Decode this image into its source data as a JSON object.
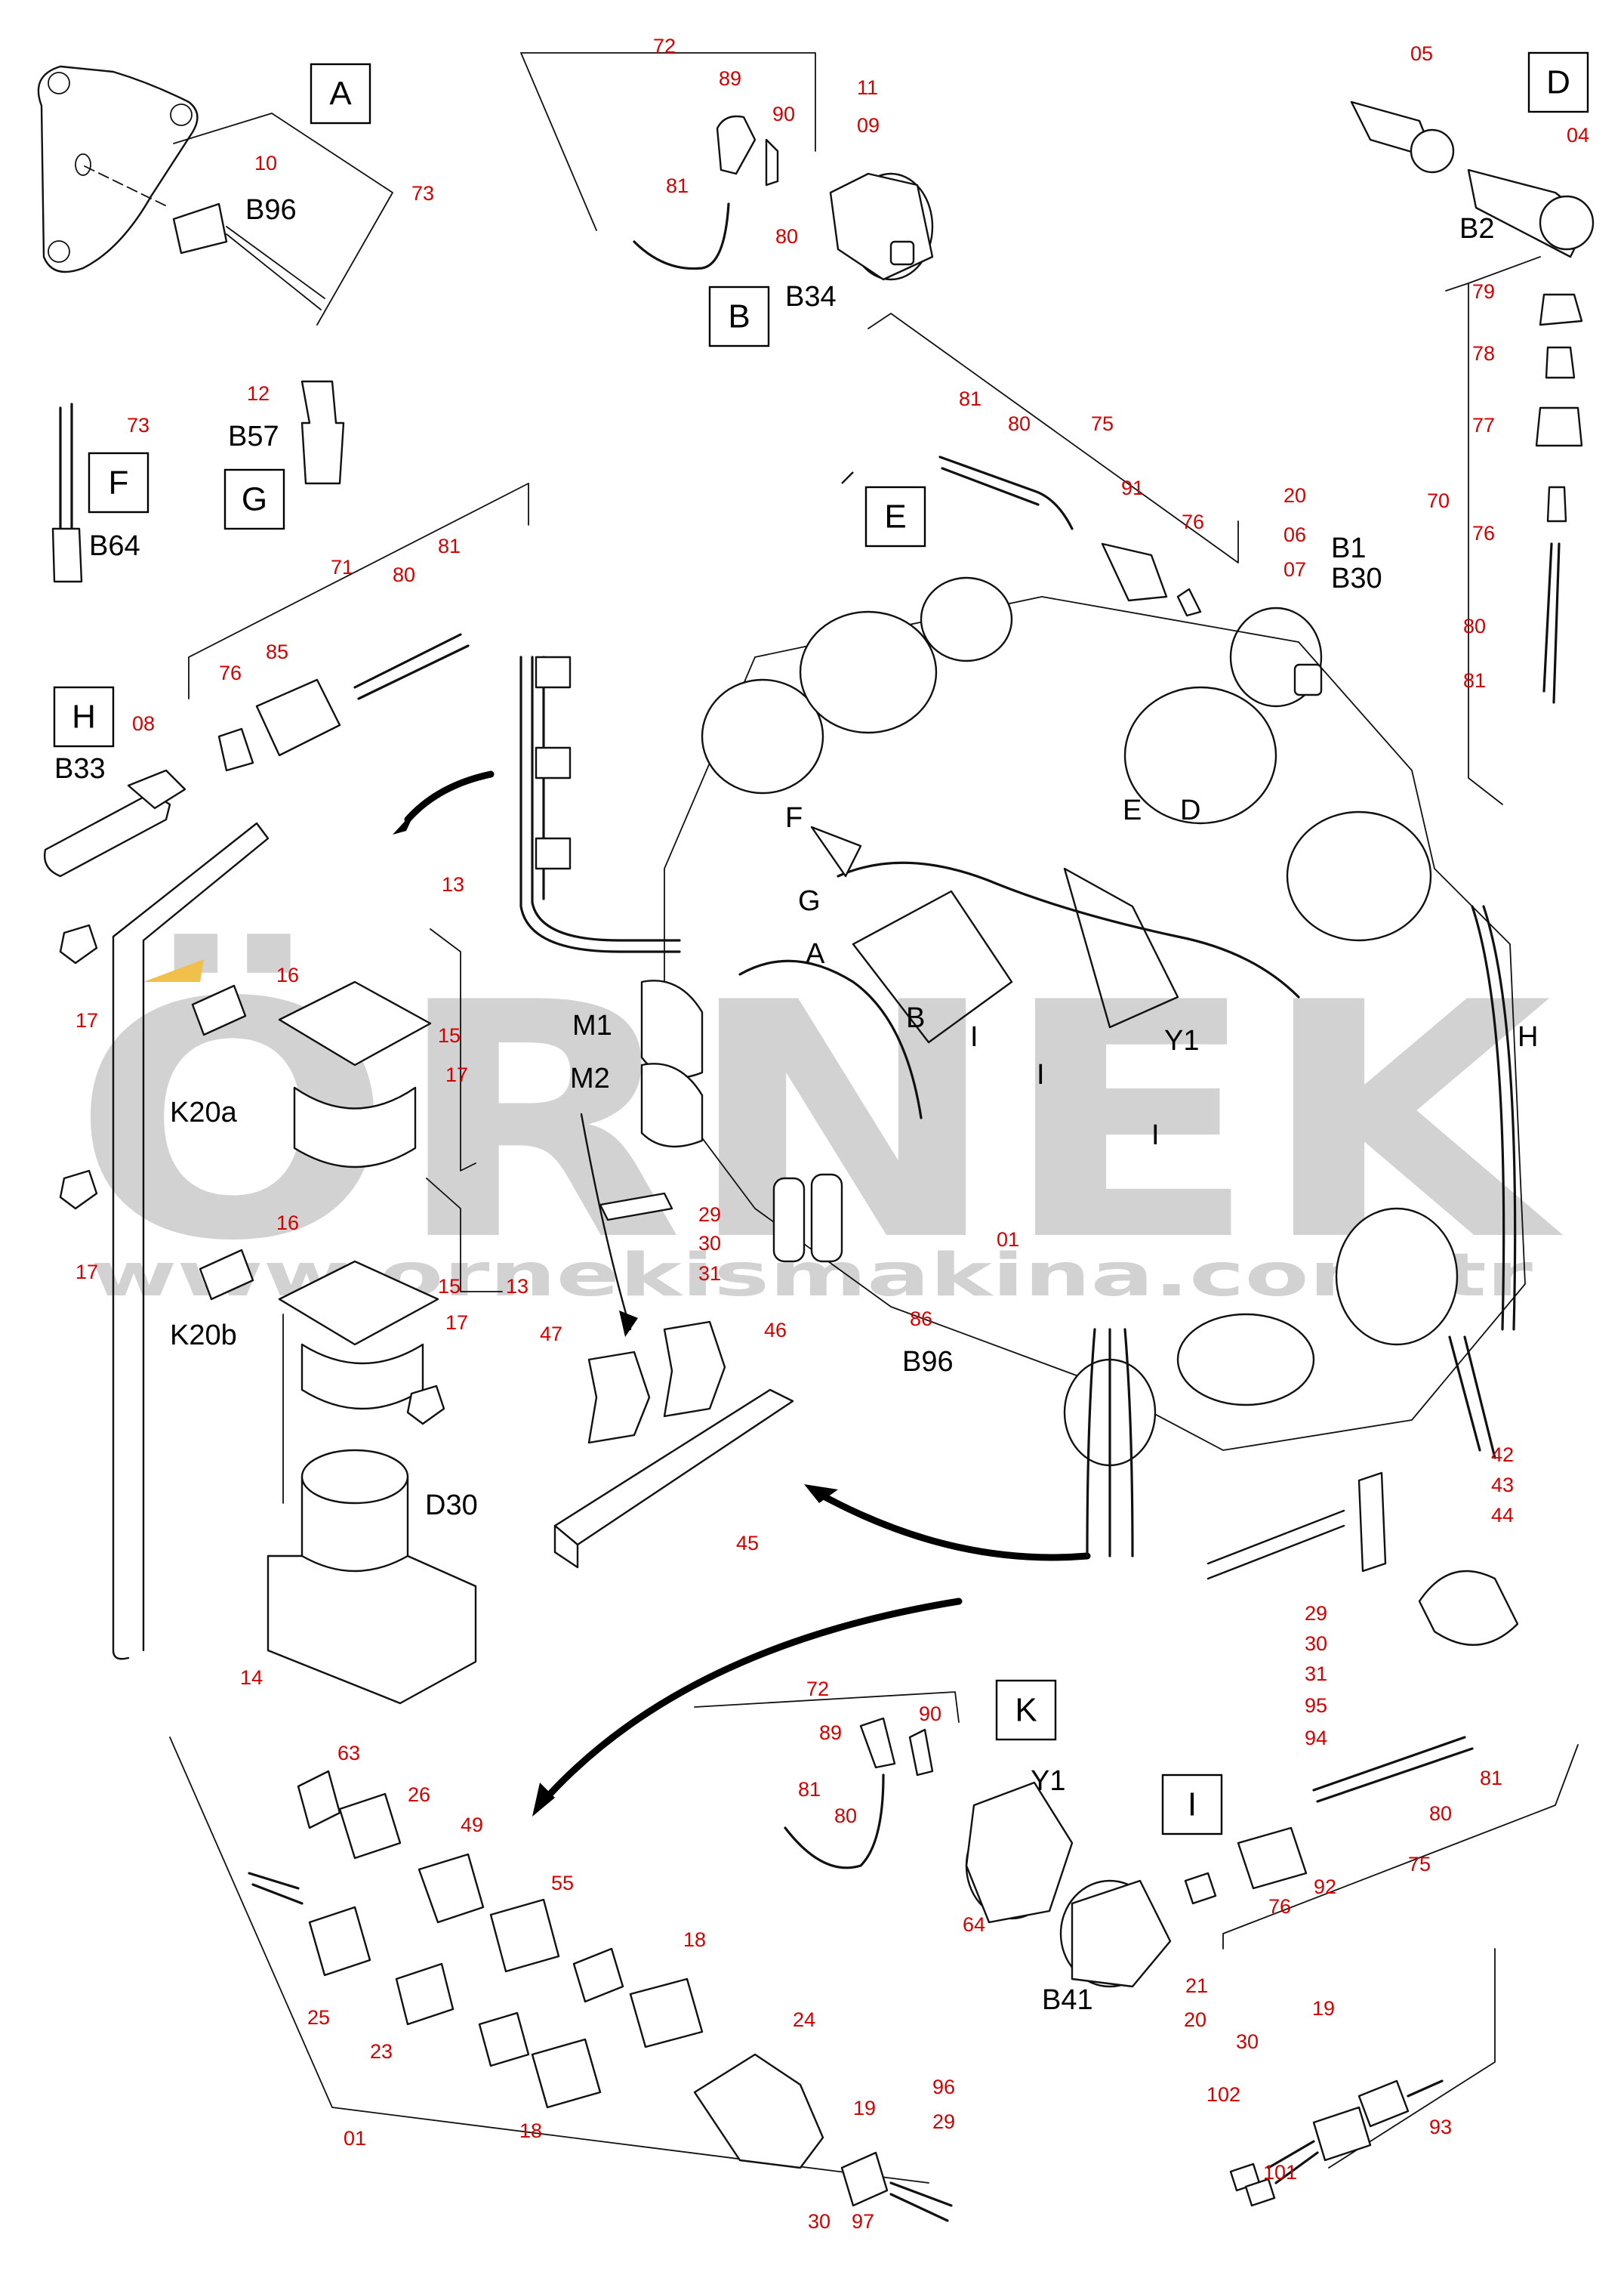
{
  "watermark": {
    "logo_text": "ÖRNEK",
    "url_text": "www.ornekismakina.com.tr",
    "accent_color": "#f0c04a"
  },
  "callouts": [
    {
      "id": "A",
      "label": "A"
    },
    {
      "id": "B",
      "label": "B"
    },
    {
      "id": "D",
      "label": "D"
    },
    {
      "id": "E",
      "label": "E"
    },
    {
      "id": "F",
      "label": "F"
    },
    {
      "id": "G",
      "label": "G"
    },
    {
      "id": "H",
      "label": "H"
    },
    {
      "id": "I",
      "label": "I"
    },
    {
      "id": "K",
      "label": "K"
    }
  ],
  "component_labels": [
    {
      "id": "b96-a",
      "text": "B96"
    },
    {
      "id": "b34",
      "text": "B34"
    },
    {
      "id": "b2",
      "text": "B2"
    },
    {
      "id": "b57",
      "text": "B57"
    },
    {
      "id": "b64",
      "text": "B64"
    },
    {
      "id": "b1",
      "text": "B1"
    },
    {
      "id": "b30",
      "text": "B30"
    },
    {
      "id": "b33",
      "text": "B33"
    },
    {
      "id": "m1",
      "text": "M1"
    },
    {
      "id": "m2",
      "text": "M2"
    },
    {
      "id": "y1-engine",
      "text": "Y1"
    },
    {
      "id": "k20a",
      "text": "K20a"
    },
    {
      "id": "k20b",
      "text": "K20b"
    },
    {
      "id": "d30",
      "text": "D30"
    },
    {
      "id": "b96-b",
      "text": "B96"
    },
    {
      "id": "y1-k",
      "text": "Y1"
    },
    {
      "id": "b41",
      "text": "B41"
    },
    {
      "id": "eng-a",
      "text": "A"
    },
    {
      "id": "eng-b",
      "text": "B"
    },
    {
      "id": "eng-d",
      "text": "D"
    },
    {
      "id": "eng-e",
      "text": "E"
    },
    {
      "id": "eng-f",
      "text": "F"
    },
    {
      "id": "eng-g",
      "text": "G"
    },
    {
      "id": "eng-h",
      "text": "H"
    },
    {
      "id": "eng-i1",
      "text": "I"
    },
    {
      "id": "eng-i2",
      "text": "I"
    },
    {
      "id": "eng-i3",
      "text": "I"
    }
  ],
  "part_numbers": [
    {
      "id": "p10",
      "text": "10"
    },
    {
      "id": "p73a",
      "text": "73"
    },
    {
      "id": "p72a",
      "text": "72"
    },
    {
      "id": "p89a",
      "text": "89"
    },
    {
      "id": "p90a",
      "text": "90"
    },
    {
      "id": "p11",
      "text": "11"
    },
    {
      "id": "p09",
      "text": "09"
    },
    {
      "id": "p81a",
      "text": "81"
    },
    {
      "id": "p80a",
      "text": "80"
    },
    {
      "id": "p05",
      "text": "05"
    },
    {
      "id": "p04",
      "text": "04"
    },
    {
      "id": "p79",
      "text": "79"
    },
    {
      "id": "p78",
      "text": "78"
    },
    {
      "id": "p77",
      "text": "77"
    },
    {
      "id": "p70",
      "text": "70"
    },
    {
      "id": "p76a",
      "text": "76"
    },
    {
      "id": "p80b",
      "text": "80"
    },
    {
      "id": "p81b",
      "text": "81"
    },
    {
      "id": "p73b",
      "text": "73"
    },
    {
      "id": "p12",
      "text": "12"
    },
    {
      "id": "p81c",
      "text": "81"
    },
    {
      "id": "p80c",
      "text": "80"
    },
    {
      "id": "p75a",
      "text": "75"
    },
    {
      "id": "p91",
      "text": "91"
    },
    {
      "id": "p76b",
      "text": "76"
    },
    {
      "id": "p20a",
      "text": "20"
    },
    {
      "id": "p06",
      "text": "06"
    },
    {
      "id": "p07",
      "text": "07"
    },
    {
      "id": "p71",
      "text": "71"
    },
    {
      "id": "p80d",
      "text": "80"
    },
    {
      "id": "p81d",
      "text": "81"
    },
    {
      "id": "p85",
      "text": "85"
    },
    {
      "id": "p76c",
      "text": "76"
    },
    {
      "id": "p08",
      "text": "08"
    },
    {
      "id": "p13a",
      "text": "13"
    },
    {
      "id": "p16a",
      "text": "16"
    },
    {
      "id": "p15a",
      "text": "15"
    },
    {
      "id": "p17a",
      "text": "17"
    },
    {
      "id": "p17b",
      "text": "17"
    },
    {
      "id": "p16b",
      "text": "16"
    },
    {
      "id": "p15b",
      "text": "15"
    },
    {
      "id": "p13b",
      "text": "13"
    },
    {
      "id": "p17c",
      "text": "17"
    },
    {
      "id": "p17d",
      "text": "17"
    },
    {
      "id": "p29a",
      "text": "29"
    },
    {
      "id": "p30a",
      "text": "30"
    },
    {
      "id": "p31a",
      "text": "31"
    },
    {
      "id": "p01a",
      "text": "01"
    },
    {
      "id": "p86",
      "text": "86"
    },
    {
      "id": "p47",
      "text": "47"
    },
    {
      "id": "p46",
      "text": "46"
    },
    {
      "id": "p45",
      "text": "45"
    },
    {
      "id": "p14",
      "text": "14"
    },
    {
      "id": "p42",
      "text": "42"
    },
    {
      "id": "p43",
      "text": "43"
    },
    {
      "id": "p44",
      "text": "44"
    },
    {
      "id": "p29b",
      "text": "29"
    },
    {
      "id": "p30b",
      "text": "30"
    },
    {
      "id": "p31b",
      "text": "31"
    },
    {
      "id": "p95",
      "text": "95"
    },
    {
      "id": "p94",
      "text": "94"
    },
    {
      "id": "p72b",
      "text": "72"
    },
    {
      "id": "p89b",
      "text": "89"
    },
    {
      "id": "p90b",
      "text": "90"
    },
    {
      "id": "p81e",
      "text": "81"
    },
    {
      "id": "p80e",
      "text": "80"
    },
    {
      "id": "p64",
      "text": "64"
    },
    {
      "id": "p81f",
      "text": "81"
    },
    {
      "id": "p80f",
      "text": "80"
    },
    {
      "id": "p75b",
      "text": "75"
    },
    {
      "id": "p92",
      "text": "92"
    },
    {
      "id": "p76d",
      "text": "76"
    },
    {
      "id": "p21",
      "text": "21"
    },
    {
      "id": "p20b",
      "text": "20"
    },
    {
      "id": "p63",
      "text": "63"
    },
    {
      "id": "p26",
      "text": "26"
    },
    {
      "id": "p49",
      "text": "49"
    },
    {
      "id": "p55",
      "text": "55"
    },
    {
      "id": "p18a",
      "text": "18"
    },
    {
      "id": "p25",
      "text": "25"
    },
    {
      "id": "p23",
      "text": "23"
    },
    {
      "id": "p24",
      "text": "24"
    },
    {
      "id": "p18b",
      "text": "18"
    },
    {
      "id": "p19a",
      "text": "19"
    },
    {
      "id": "p96",
      "text": "96"
    },
    {
      "id": "p29c",
      "text": "29"
    },
    {
      "id": "p30c",
      "text": "30"
    },
    {
      "id": "p97",
      "text": "97"
    },
    {
      "id": "p01b",
      "text": "01"
    },
    {
      "id": "p19b",
      "text": "19"
    },
    {
      "id": "p30d",
      "text": "30"
    },
    {
      "id": "p102",
      "text": "102"
    },
    {
      "id": "p101",
      "text": "101"
    },
    {
      "id": "p93",
      "text": "93"
    }
  ]
}
